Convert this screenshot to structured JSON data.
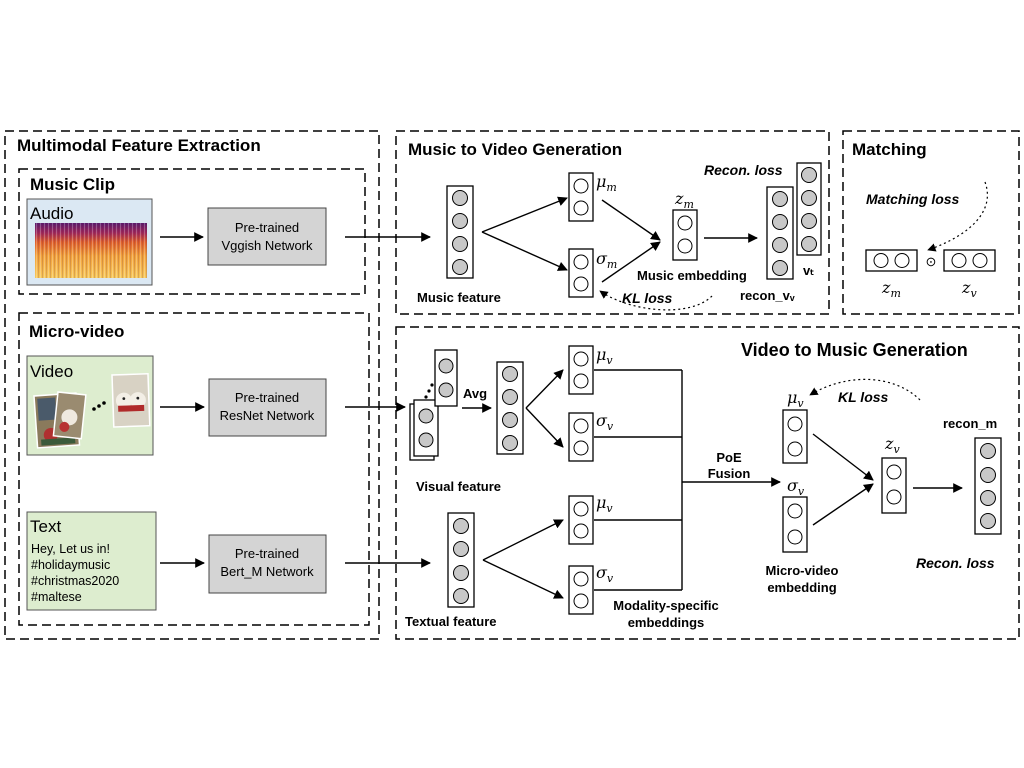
{
  "sections": {
    "feature_extraction": "Multimodal Feature Extraction",
    "music_clip": "Music Clip",
    "micro_video": "Micro-video",
    "music_to_video": "Music to  Video Generation",
    "matching": "Matching",
    "video_to_music": "Video to Music Generation"
  },
  "inputs": {
    "audio": "Audio",
    "video": "Video",
    "text": "Text",
    "text_lines": [
      "Hey, Let us in!",
      "#holidaymusic",
      "#christmas2020",
      "#maltese"
    ]
  },
  "networks": {
    "vggish": [
      "Pre-trained",
      "Vggish Network"
    ],
    "resnet": [
      "Pre-trained",
      "ResNet Network"
    ],
    "bert": [
      "Pre-trained",
      "Bert_M Network"
    ]
  },
  "labels": {
    "music_feature": "Music feature",
    "music_embedding": "Music embedding",
    "recon_v": "recon_vᵥ",
    "v_t": "vₜ",
    "recon_loss": "Recon. loss",
    "kl_loss": "KL loss",
    "matching_loss": "Matching loss",
    "avg": "Avg",
    "visual_feature": "Visual feature",
    "textual_feature": "Textual feature",
    "modality_specific": [
      "Modality-specific",
      "embeddings"
    ],
    "poe_fusion": [
      "PoE",
      "Fusion"
    ],
    "micro_video_embedding": [
      "Micro-video",
      "embedding"
    ],
    "recon_m": "recon_m"
  },
  "symbols": {
    "mu": "μ",
    "sigma": "σ",
    "z": "z",
    "odot": "⊙",
    "sub_m": "m",
    "sub_v": "v",
    "sub_vv": "v",
    "sub_vt": "v"
  }
}
